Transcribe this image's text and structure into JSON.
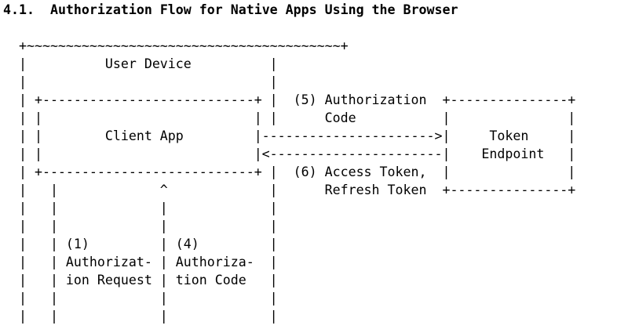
{
  "section": {
    "number": "4.1.",
    "title": "Authorization Flow for Native Apps Using the Browser"
  },
  "diagram": {
    "lines": [
      "  +~~~~~~~~~~~~~~~~~~~~~~~~~~~~~~~~~~~~~~~~+",
      "  |          User Device          |",
      "  |                               |",
      "  | +---------------------------+ |  (5) Authorization  +---------------+",
      "  | |                           | |      Code           |               |",
      "  | |        Client App         |---------------------->|     Token     |",
      "  | |                           |<----------------------|    Endpoint   |",
      "  | +---------------------------+ |  (6) Access Token,  |               |",
      "  |   |             ^             |      Refresh Token  +---------------+",
      "  |   |             |             |",
      "  |   |             |             |",
      "  |   | (1)         | (4)         |",
      "  |   | Authorizat- | Authoriza-  |",
      "  |   | ion Request | tion Code   |",
      "  |   |             |             |",
      "  |   |             |             |"
    ]
  }
}
